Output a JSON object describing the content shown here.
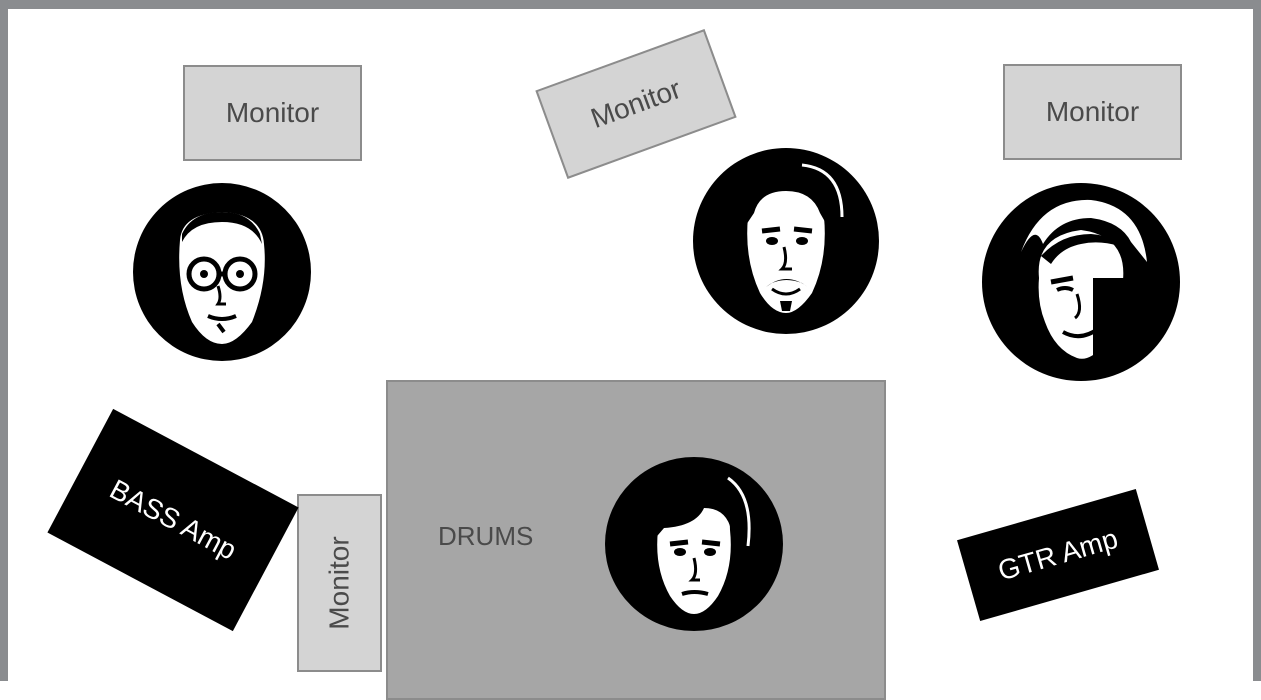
{
  "stage_plot": {
    "monitors": [
      "Monitor",
      "Monitor",
      "Monitor",
      "Monitor"
    ],
    "amps": {
      "bass": "BASS Amp",
      "guitar": "GTR Amp"
    },
    "drums": "DRUMS",
    "musicians": [
      "musician-1",
      "musician-2",
      "musician-3",
      "musician-4"
    ]
  },
  "colors": {
    "border": "#8a8c8f",
    "monitor_fill": "#d4d4d4",
    "monitor_text": "#4a4a4a",
    "drum_riser": "#a6a6a6",
    "amp_fill": "#000000",
    "amp_text": "#ffffff"
  }
}
